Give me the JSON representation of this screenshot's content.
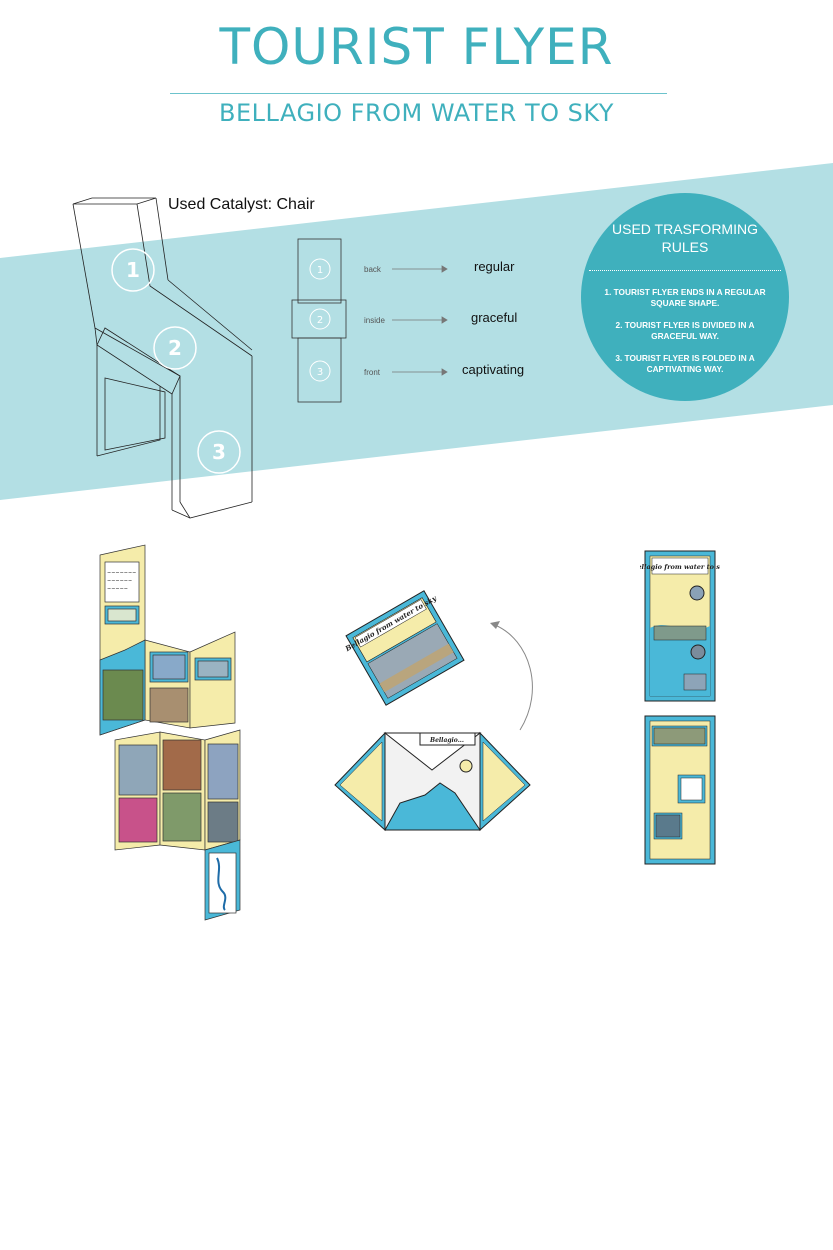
{
  "title": "TOURIST FLYER",
  "subtitle": "BELLAGIO FROM WATER TO SKY",
  "catalyst": "Used Catalyst: Chair",
  "chair_numbers": [
    "1",
    "2",
    "3"
  ],
  "diagram": {
    "rows": [
      {
        "num": "1",
        "position": "back",
        "trait": "regular"
      },
      {
        "num": "2",
        "position": "inside",
        "trait": "graceful"
      },
      {
        "num": "3",
        "position": "front",
        "trait": "captivating"
      }
    ]
  },
  "rules_circle": {
    "title": "USED TRASFORMING RULES",
    "rules": [
      "1. TOURIST FLYER ENDS IN A REGULAR SQUARE SHAPE.",
      "2. TOURIST FLYER IS DIVIDED IN A GRACEFUL WAY.",
      "3. TOURIST FLYER IS FOLDED IN A CAPTIVATING WAY."
    ]
  },
  "flyer_texts": {
    "center_cover": "Bellagio from water to sky",
    "envelope_label": "Bellagio...",
    "right_top_heading": "Bellagio from water to sky"
  },
  "colors": {
    "accent": "#3fb0bd",
    "band": "#b3dfe4",
    "flyer_yellow": "#f5ecaa",
    "flyer_blue": "#4ab8d8"
  }
}
